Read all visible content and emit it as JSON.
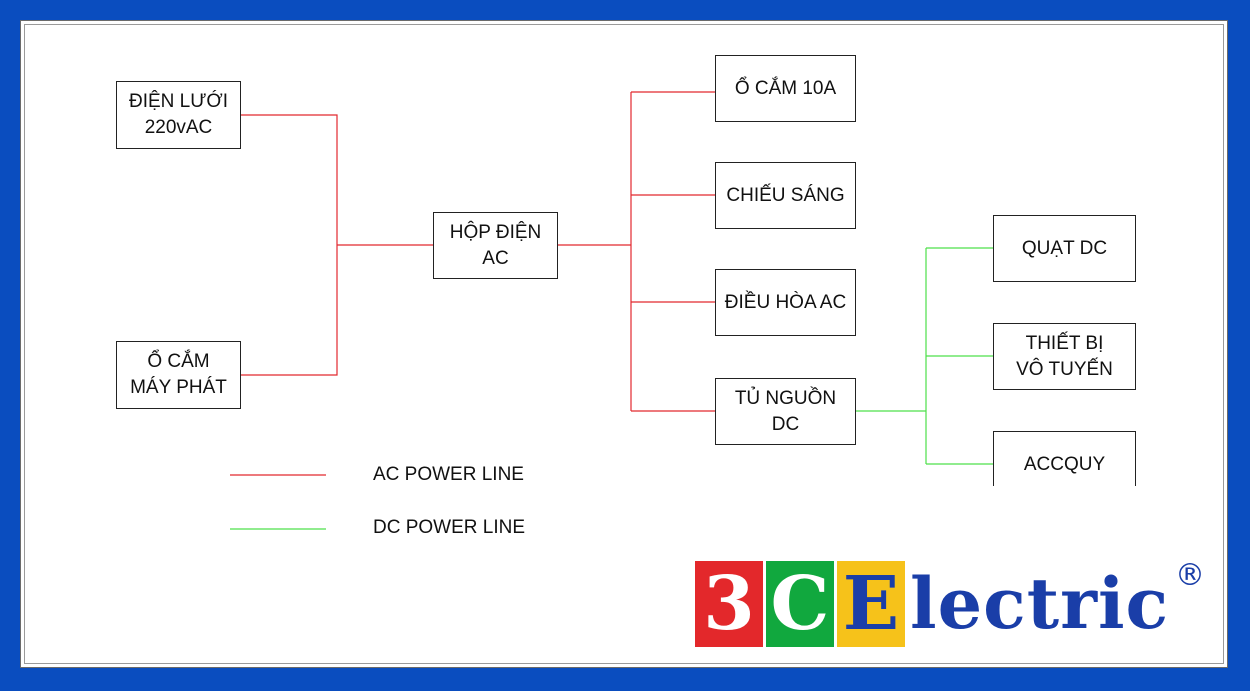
{
  "colors": {
    "ac_line": "#e2292f",
    "dc_line": "#4ee04a",
    "frame": "#0a4dbf",
    "logo_blue": "#1a3ea8"
  },
  "nodes": {
    "grid": "ĐIỆN LƯỚI\n220vAC",
    "generator": "Ổ CẮM\nMÁY PHÁT",
    "ac_box": "HỘP ĐIỆN\nAC",
    "socket": "Ổ CẮM 10A",
    "lighting": "CHIẾU SÁNG",
    "aircon": "ĐIỀU HÒA AC",
    "dc_cabinet": "TỦ NGUỒN\nDC",
    "dc_fan": "QUẠT DC",
    "radio": "THIẾT BỊ\nVÔ TUYẾN",
    "battery": "ACCQUY"
  },
  "legend": {
    "ac_label": "AC POWER LINE",
    "dc_label": "DC POWER LINE"
  },
  "logo": {
    "tile1": "3",
    "tile1_bg": "#e3282b",
    "tile2": "C",
    "tile2_bg": "#11a83e",
    "tile3": "E",
    "tile3_bg": "#f6c21a",
    "rest": "lectric",
    "reg": "®"
  }
}
